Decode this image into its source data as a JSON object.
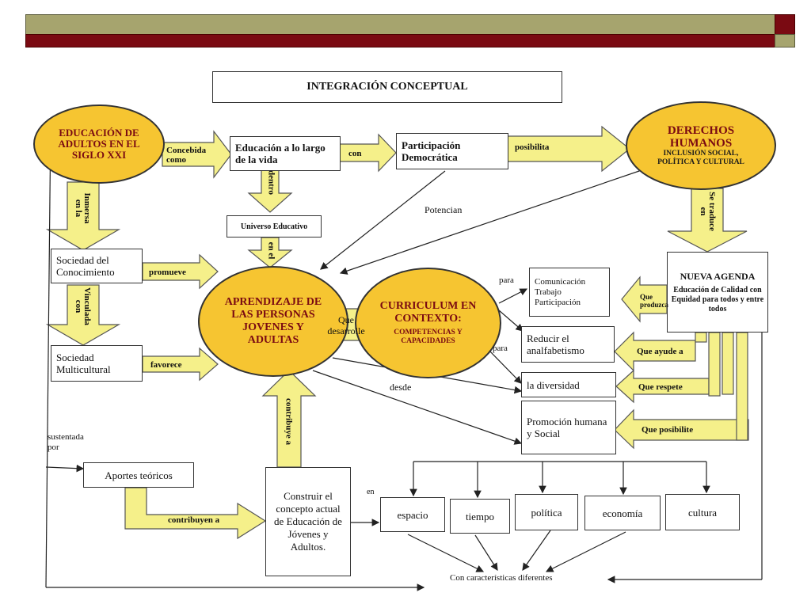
{
  "title": "INTEGRACIÓN CONCEPTUAL",
  "ovals": {
    "educacion": "EDUCACIÓN DE ADULTOS EN EL SIGLO XXI",
    "derechos_main": "DERECHOS HUMANOS",
    "derechos_sub": "INCLUSIÓN SOCIAL, POLÍTICA Y CULTURAL",
    "aprendizaje": "APRENDIZAJE DE LAS PERSONAS JOVENES Y ADULTAS",
    "curriculum_main": "CURRICULUM EN CONTEXTO:",
    "curriculum_sub": "COMPETENCIAS Y CAPACIDADES"
  },
  "boxes": {
    "educacion_vida": "Educación a lo largo de la vida",
    "participacion": "Participación Democrática",
    "universo": "Universo Educativo",
    "sociedad_conocimiento": "Sociedad del Conocimiento",
    "sociedad_multicultural": "Sociedad Multicultural",
    "nueva_agenda_title": "NUEVA AGENDA",
    "nueva_agenda_body": "Educación de Calidad con Equidad para todos y entre todos",
    "comunicacion": "Comunicación Trabajo Participación",
    "reducir": "Reducir el analfabetismo",
    "diversidad": "la diversidad",
    "promocion": "Promoción humana y Social",
    "aportes": "Aportes teóricos",
    "construir": "Construir el concepto actual de Educación de Jóvenes y Adultos.",
    "espacio": "espacio",
    "tiempo": "tiempo",
    "politica": "política",
    "economia": "economía",
    "cultura": "cultura"
  },
  "labels": {
    "concebida_como": "Concebida como",
    "con": "con",
    "posibilita": "posibilita",
    "dentro": "dentro",
    "inmersa_en_la": "Inmersa en la",
    "en_el": "en el",
    "se_traduce_en": "Se traduce en",
    "potencian": "Potencian",
    "promueve": "promueve",
    "vinculada_con": "Vinculada con",
    "favorece": "favorece",
    "que_desarrolle": "Que desarrolle",
    "para_1": "para",
    "para_2": "para",
    "que_produzca": "Que produzca",
    "que_ayude_a": "Que ayude a",
    "que_respete": "Que respete",
    "que_posibilite": "Que posibilite",
    "desde": "desde",
    "sustentada_por": "sustentada por",
    "contribuye_a": "contribuye a",
    "contribuyen_a": "contribuyen a",
    "en": "en",
    "con_caracteristicas": "Con características diferentes"
  }
}
